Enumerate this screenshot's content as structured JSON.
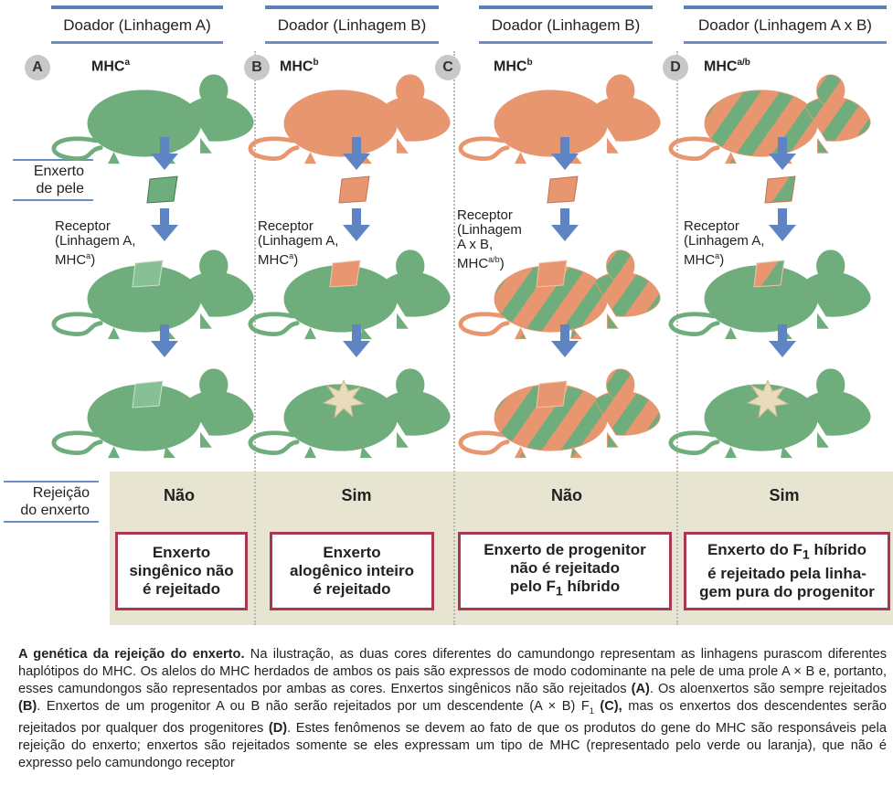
{
  "donors": [
    "Doador (Linhagem A)",
    "Doador (Linhagem B)",
    "Doador (Linhagem B)",
    "Doador (Linhagem A x B)"
  ],
  "badges": [
    "A",
    "B",
    "C",
    "D"
  ],
  "mhc": [
    {
      "base": "MHC",
      "sup": "a"
    },
    {
      "base": "MHC",
      "sup": "b"
    },
    {
      "base": "MHC",
      "sup": "b"
    },
    {
      "base": "MHC",
      "sup": "a/b"
    }
  ],
  "side_labels": {
    "skin_graft_line1": "Enxerto",
    "skin_graft_line2": "de pele",
    "rejection_line1": "Rejeição",
    "rejection_line2": "do enxerto"
  },
  "receptors": [
    {
      "l1": "Receptor",
      "l2": "(Linhagem A,",
      "l3": "MHC",
      "l3sup": "a",
      "l3end": ")"
    },
    {
      "l1": "Receptor",
      "l2": "(Linhagem A,",
      "l3": "MHC",
      "l3sup": "a",
      "l3end": ")"
    },
    {
      "l1": "Receptor",
      "l2": "(Linhagem",
      "l2b": "A x B,",
      "l3": "MHC",
      "l3sup": "a/b",
      "l3end": ")"
    },
    {
      "l1": "Receptor",
      "l2": "(Linhagem A,",
      "l3": "MHC",
      "l3sup": "a",
      "l3end": ")"
    }
  ],
  "results": [
    "Não",
    "Sim",
    "Não",
    "Sim"
  ],
  "outcomes": [
    {
      "l1": "Enxerto",
      "l2": "singênico não",
      "l3": "é rejeitado"
    },
    {
      "l1": "Enxerto",
      "l2": "alogênico inteiro",
      "l3": "é rejeitado"
    },
    {
      "l1": "Enxerto de progenitor",
      "l2": "não é rejeitado",
      "l3": "pelo F",
      "l3sub": "1",
      "l3end": " híbrido"
    },
    {
      "l1": "Enxerto do F",
      "l1sub": "1",
      "l1end": " híbrido",
      "l2": "é rejeitado pela linha-",
      "l3": "gem pura do progenitor"
    }
  ],
  "caption": {
    "title": "A genética da rejeição do enxerto.",
    "p1": " Na ilustração, as duas cores diferentes do camundongo representam as linhagens purascom diferentes haplótipos do MHC. Os alelos do MHC herdados de ambos os pais são expressos de modo codominante na pele de uma prole A × B e, portanto, esses camundongos são representados por ambas as cores. Enxertos singênicos não são rejeitados ",
    "refA": "(A)",
    "p2": ". Os aloenxertos são sempre rejeitados ",
    "refB": "(B)",
    "p3": ". Enxertos de um progenitor A ou B não serão rejeitados por um descendente (A × B) F",
    "sub1": "1",
    "refC": " (C),",
    "p4": " mas os enxertos dos descendentes serão rejeitados por qualquer dos progenitores ",
    "refD": "(D)",
    "p5": ". Estes fenômenos se devem ao fato de que os produtos do gene do MHC são responsáveis pela rejeição do enxerto; enxertos são rejeitados somente se eles expressam um tipo de MHC (representado pelo verde ou laranja), que não é expresso pelo camundongo receptor"
  },
  "colors": {
    "green": "#6fae7c",
    "green_dark": "#4a8a58",
    "orange": "#e89670",
    "orange_dark": "#c9714b",
    "arrow": "#5f84c3",
    "outcome_border": "#a93750",
    "band": "#e7e4d2",
    "rejected_patch": "#e9dcbc"
  }
}
